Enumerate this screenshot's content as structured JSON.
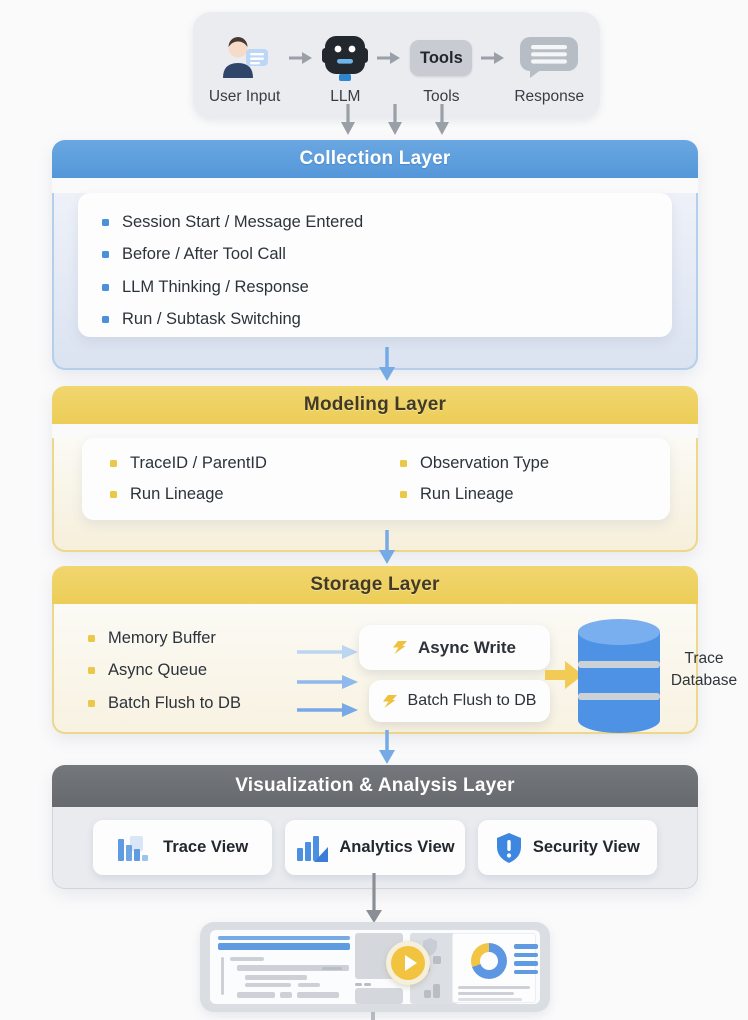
{
  "pipeline": {
    "items": [
      {
        "label": "User Input"
      },
      {
        "label": "LLM"
      },
      {
        "label": "Tools",
        "box_label": "Tools"
      },
      {
        "label": "Response"
      }
    ]
  },
  "collection": {
    "title": "Collection Layer",
    "items": [
      "Session Start / Message Entered",
      "Before / After Tool Call",
      "LLM Thinking / Response",
      "Run / Subtask Switching"
    ]
  },
  "modeling": {
    "title": "Modeling Layer",
    "col1": [
      "TraceID / ParentID",
      "Run Lineage"
    ],
    "col2": [
      "Observation Type",
      "Run Lineage"
    ]
  },
  "storage": {
    "title": "Storage Layer",
    "items": [
      "Memory Buffer",
      "Async Queue",
      "Batch Flush to DB"
    ],
    "cards": [
      "Async Write",
      "Batch Flush to DB"
    ],
    "db_label": [
      "Trace",
      "Database"
    ]
  },
  "visualization": {
    "title": "Visualization & Analysis Layer",
    "views": [
      {
        "label": "Trace View",
        "icon": "bar-chart-icon"
      },
      {
        "label": "Analytics View",
        "icon": "analytics-chart-icon"
      },
      {
        "label": "Security View",
        "icon": "shield-exclamation-icon"
      }
    ]
  },
  "colors": {
    "collection_header": "#5B9CDB",
    "modeling_header": "#EFD263",
    "storage_header": "#EFD263",
    "visualization_header": "#6C7074",
    "arrow_blue": "#76AAE4",
    "arrow_gray": "#9AA0A7",
    "arrow_yellow": "#F2CB55",
    "database_blue": "#5897E6",
    "bullet_blue": "#4B90DA",
    "bullet_yellow": "#EAC84A"
  }
}
